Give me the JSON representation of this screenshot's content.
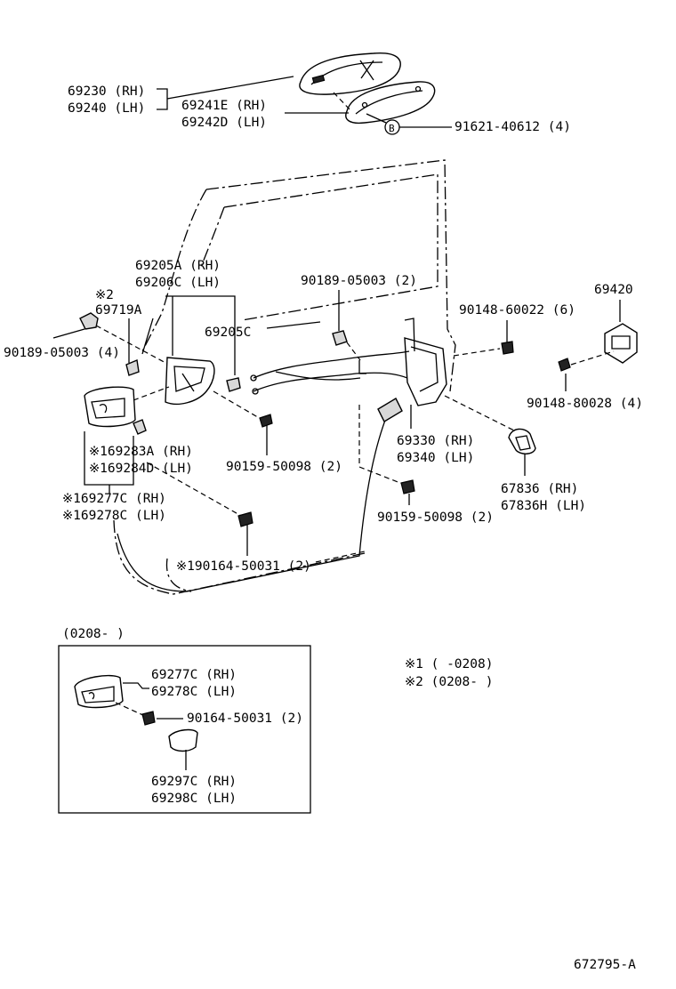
{
  "labels": {
    "p69230": "69230 (RH)",
    "p69240": "69240 (LH)",
    "p69241e": "69241E (RH)",
    "p69242d": "69242D (LH)",
    "p91621": "91621-40612 (4)",
    "circle_b": "B",
    "p69205a": "69205A (RH)",
    "p69206c": "69206C (LH)",
    "mark2": "※2",
    "p69719a": "69719A",
    "p90189_4": "90189-05003 (4)",
    "p69205c": "69205C",
    "p90189_2": "90189-05003 (2)",
    "p90148_6": "90148-60022 (6)",
    "p69420": "69420",
    "p90148_4": "90148-80028 (4)",
    "p69283a": "※169283A (RH)",
    "p69284d": "※169284D (LH)",
    "p69330": "69330 (RH)",
    "p69340": "69340 (LH)",
    "p90159_a": "90159-50098 (2)",
    "p67836": "67836  (RH)",
    "p67836h": "67836H (LH)",
    "p69277c": "※169277C (RH)",
    "p69278c": "※169278C (LH)",
    "p90159_b": "90159-50098 (2)",
    "p90164": "※190164-50031 (2)",
    "inset_title": "(0208-     )",
    "inset_69277c": "69277C (RH)",
    "inset_69278c": "69278C (LH)",
    "inset_90164": "90164-50031 (2)",
    "inset_69297c": "69297C (RH)",
    "inset_69298c": "69298C (LH)",
    "note1": "※1  (       -0208)",
    "note2": "※2  (0208-       )",
    "doc_id": "672795-A"
  }
}
